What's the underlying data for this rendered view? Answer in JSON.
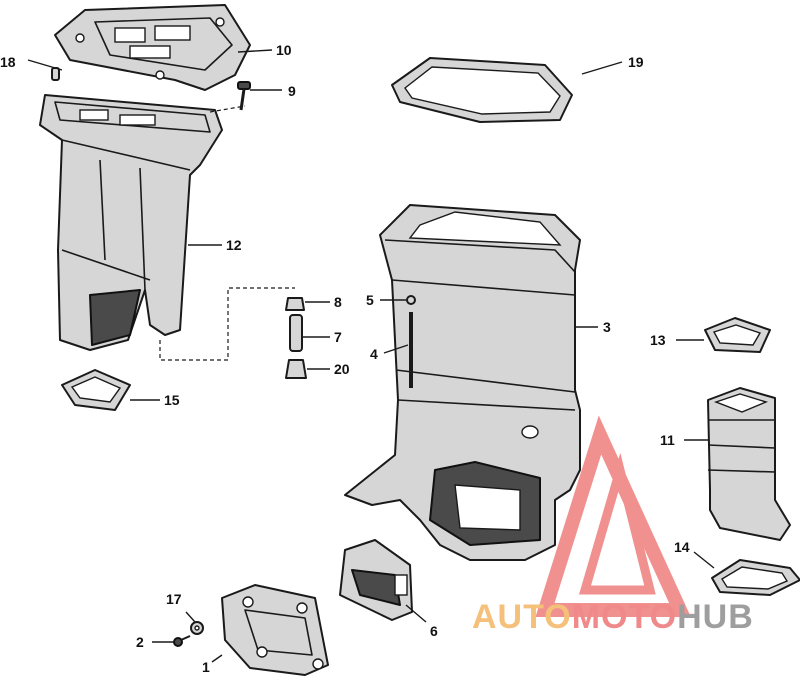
{
  "diagram": {
    "callouts": {
      "c1": "1",
      "c2": "2",
      "c3": "3",
      "c4": "4",
      "c5": "5",
      "c6": "6",
      "c7": "7",
      "c8": "8",
      "c9": "9",
      "c10": "10",
      "c11": "11",
      "c12": "12",
      "c13": "13",
      "c14": "14",
      "c15": "15",
      "c17": "17",
      "c18": "18",
      "c19": "19",
      "c20": "20"
    }
  },
  "watermark": {
    "part1": "AUTO",
    "part2": "MOTO",
    "part3": "HUB",
    "colors": {
      "auto": "#f5c07a",
      "moto": "#f08a8a",
      "hub": "#9e9e9e",
      "triangle": "#e53935"
    }
  }
}
